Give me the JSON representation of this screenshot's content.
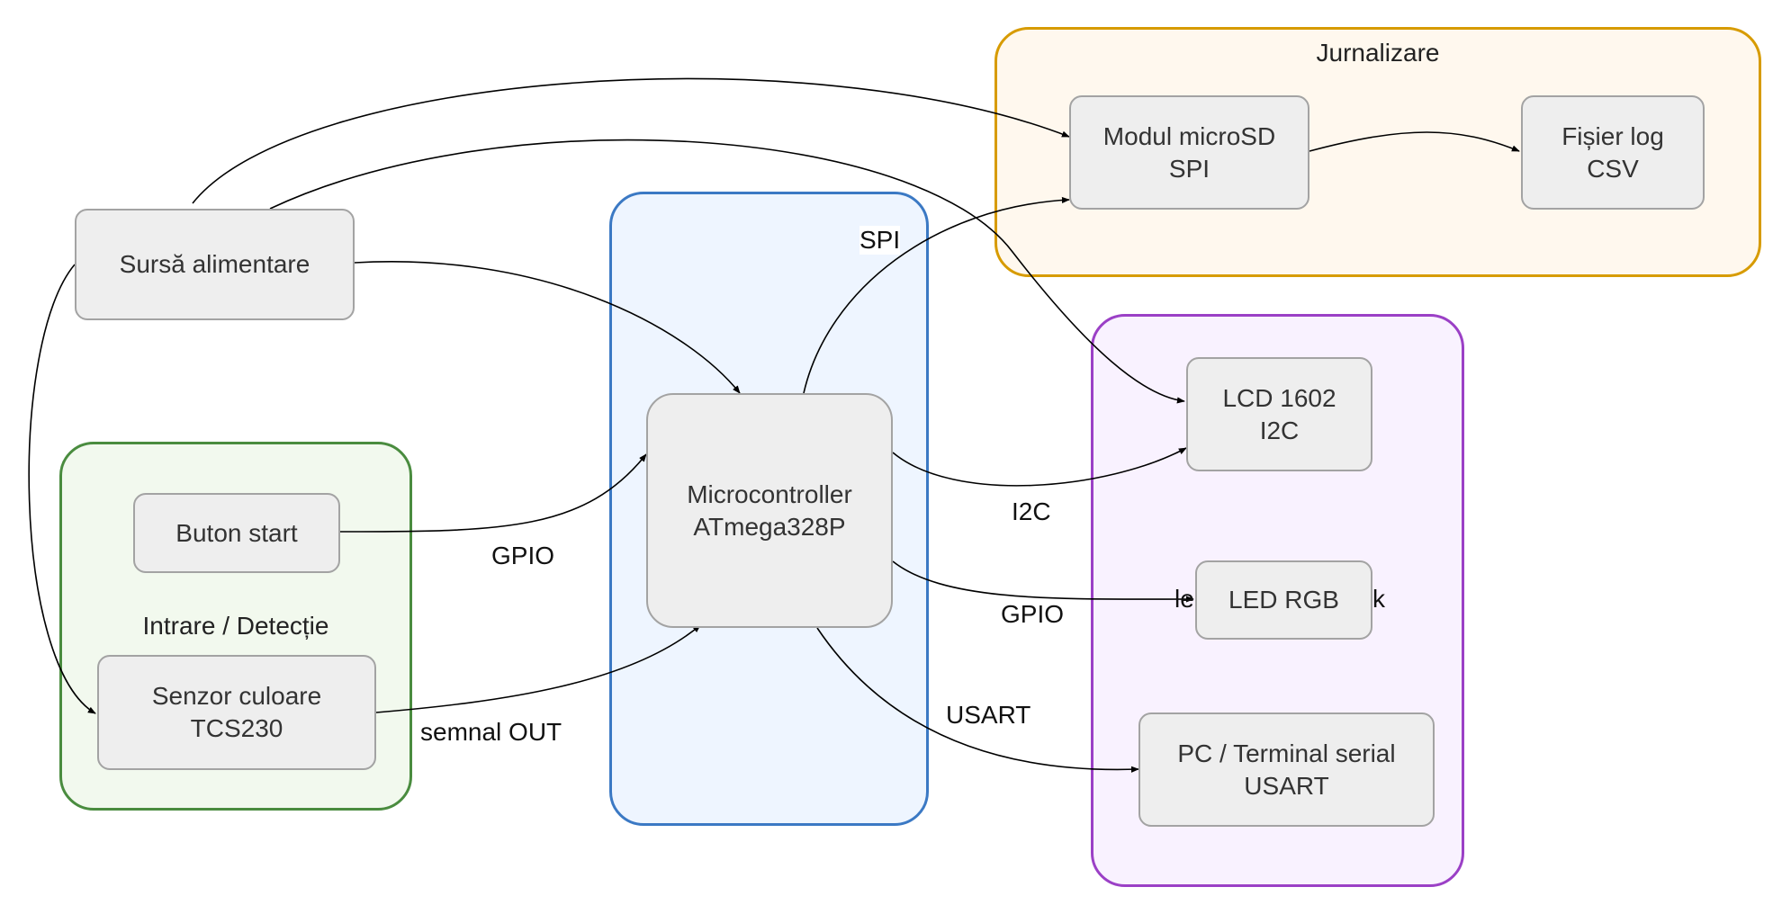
{
  "groups": {
    "logging": {
      "title": "Jurnalizare",
      "border_color": "#d79b00",
      "fill_color": "#fff8ee"
    },
    "mcu": {
      "title": "",
      "border_color": "#3b79c4",
      "fill_color": "#eef5ff"
    },
    "output": {
      "title": "",
      "border_color": "#9b40c6",
      "fill_color": "#f9f2ff"
    },
    "input": {
      "title": "Intrare / Detecție",
      "border_color": "#4a8c3f",
      "fill_color": "#f2f9ee"
    }
  },
  "nodes": {
    "power": {
      "line1": "Sursă alimentare",
      "line2": ""
    },
    "microsd": {
      "line1": "Modul microSD",
      "line2": "SPI"
    },
    "logfile": {
      "line1": "Fișier log",
      "line2": "CSV"
    },
    "mcu": {
      "line1": "Microcontroller",
      "line2": "ATmega328P"
    },
    "lcd": {
      "line1": "LCD 1602",
      "line2": "I2C"
    },
    "led": {
      "line1": "LED RGB",
      "line2": ""
    },
    "pc": {
      "line1": "PC / Terminal serial",
      "line2": "USART"
    },
    "button": {
      "line1": "Buton start",
      "line2": ""
    },
    "sensor": {
      "line1": "Senzor culoare",
      "line2": "TCS230"
    }
  },
  "edge_labels": {
    "spi": "SPI",
    "i2c": "I2C",
    "gpio_led": "GPIO",
    "usart": "USART",
    "gpio_button": "GPIO",
    "sensor_out": "semnal OUT",
    "led_left": "le",
    "led_right": "k"
  },
  "colors": {
    "node_fill": "#eeeeee",
    "node_border": "#a3a3a3",
    "edge": "#000000"
  }
}
